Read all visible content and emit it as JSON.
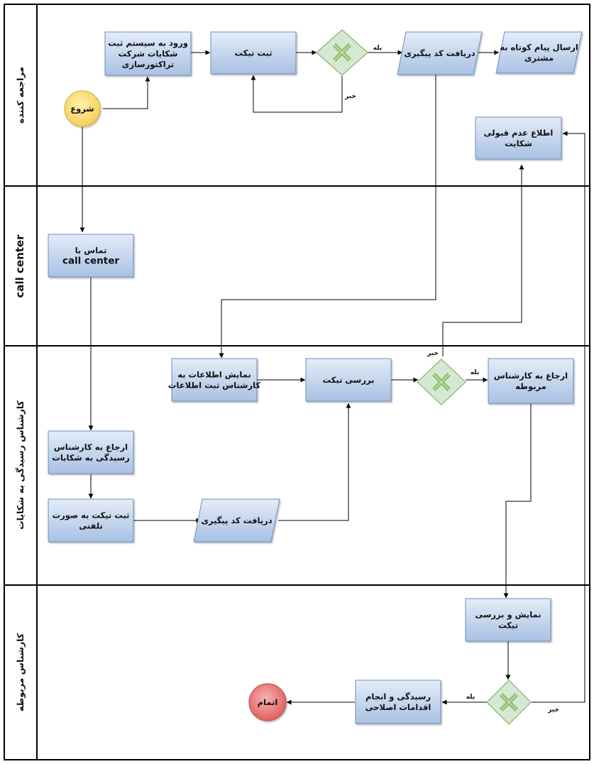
{
  "lanes": [
    {
      "label": "مراجعه کننده"
    },
    {
      "label": "call center"
    },
    {
      "label": "کارشناس رسیدگی به شکایات"
    },
    {
      "label": "کارشناس مربوطه"
    }
  ],
  "nodes": {
    "start": {
      "label": "شروع"
    },
    "login": {
      "lines": [
        "ورود به سیستم ثبت",
        "شکایات شرکت",
        "تراکتورسازی"
      ]
    },
    "register_ticket": {
      "lines": [
        "ثبت تیکت"
      ]
    },
    "receive_code_top": {
      "lines": [
        "دریافت کد پیگیری"
      ]
    },
    "send_sms": {
      "lines": [
        "ارسال پیام کوتاه به",
        "مشتری"
      ]
    },
    "notify_rejection": {
      "lines": [
        "اطلاع عدم قبولی",
        "شکایت"
      ]
    },
    "call_center": {
      "lines": [
        "تماس با",
        "call center"
      ]
    },
    "show_info": {
      "lines": [
        "نمایش اطلاعات به",
        "کارشناس ثبت اطلاعات"
      ]
    },
    "review_ticket": {
      "lines": [
        "بررسی تیکت"
      ]
    },
    "refer_related": {
      "lines": [
        "ارجاع به کارشناس",
        "مربوطه"
      ]
    },
    "refer_complaints": {
      "lines": [
        "ارجاع به کارشناس",
        "رسیدگی به شکایات"
      ]
    },
    "phone_ticket": {
      "lines": [
        "ثبت تیکت به صورت",
        "تلفنی"
      ]
    },
    "receive_code_mid": {
      "lines": [
        "دریافت کد پیگیری"
      ]
    },
    "show_review": {
      "lines": [
        "نمایش و بررسی",
        "تیکت"
      ]
    },
    "corrective": {
      "lines": [
        "رسیدگی و انجام",
        "اقدامات اصلاحی"
      ]
    },
    "end": {
      "label": "اتمام"
    }
  },
  "edge_labels": {
    "yes": "بله",
    "no": "خیر"
  },
  "colors": {
    "box_fill_top": "#e3ecf8",
    "box_fill_bottom": "#a9c1e3",
    "box_stroke": "#6c8ebf",
    "gateway_fill": "#d5e8d4",
    "gateway_stroke": "#82b366",
    "gateway_x": "#8fbf6c",
    "start_fill": "#fad96a",
    "start_stroke": "#d6b656",
    "end_fill": "#e86a6a",
    "end_stroke": "#b85450",
    "line": "#000000"
  }
}
